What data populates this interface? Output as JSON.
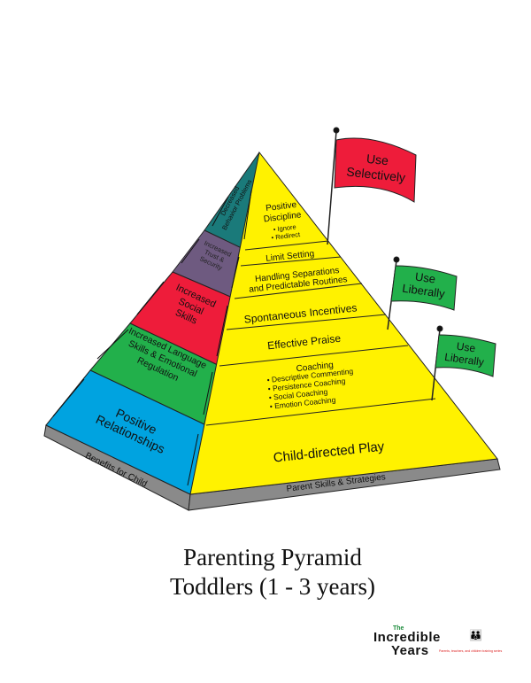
{
  "colors": {
    "teal": "#1a7a7a",
    "purple": "#6e5a80",
    "red": "#ee1c3a",
    "green": "#22b04b",
    "blue": "#00a3e0",
    "yellow": "#fff200",
    "gray": "#8a8a8a"
  },
  "child_benefits": [
    {
      "lines": [
        "Decreased",
        "Behavior Problems"
      ]
    },
    {
      "lines": [
        "Increased",
        "Trust &",
        "Security"
      ]
    },
    {
      "lines": [
        "Increased",
        "Social",
        "Skills"
      ]
    },
    {
      "lines": [
        "Increased Language",
        "Skills & Emotional",
        "Regulation"
      ]
    },
    {
      "lines": [
        "Positive",
        "Relationships"
      ]
    }
  ],
  "parent_skills": {
    "positive_discipline": {
      "title": [
        "Positive",
        "Discipline"
      ],
      "bullets": [
        "• Ignore",
        "• Redirect"
      ]
    },
    "limit_setting": "Limit Setting",
    "handling_separations": [
      "Handling Separations",
      "and Predictable Routines"
    ],
    "spontaneous_incentives": "Spontaneous Incentives",
    "effective_praise": "Effective Praise",
    "coaching": {
      "title": "Coaching",
      "bullets": [
        "• Descriptive Commenting",
        "• Persistence Coaching",
        "• Social Coaching",
        "• Emotion Coaching"
      ]
    },
    "child_directed_play": "Child-directed Play"
  },
  "base_labels": {
    "left": "Benefits for Child",
    "right": "Parent Skills & Strategies"
  },
  "flags": [
    {
      "lines": [
        "Use",
        "Selectively"
      ],
      "color": "#ee1c3a"
    },
    {
      "lines": [
        "Use",
        "Liberally"
      ],
      "color": "#22b04b"
    },
    {
      "lines": [
        "Use",
        "Liberally"
      ],
      "color": "#22b04b"
    }
  ],
  "title": [
    "Parenting Pyramid",
    "Toddlers (1 - 3 years)"
  ],
  "logo": {
    "the": "The",
    "incredible": "Incredible",
    "years": "Years",
    "tagline": "Parents, teachers, and children training series"
  }
}
